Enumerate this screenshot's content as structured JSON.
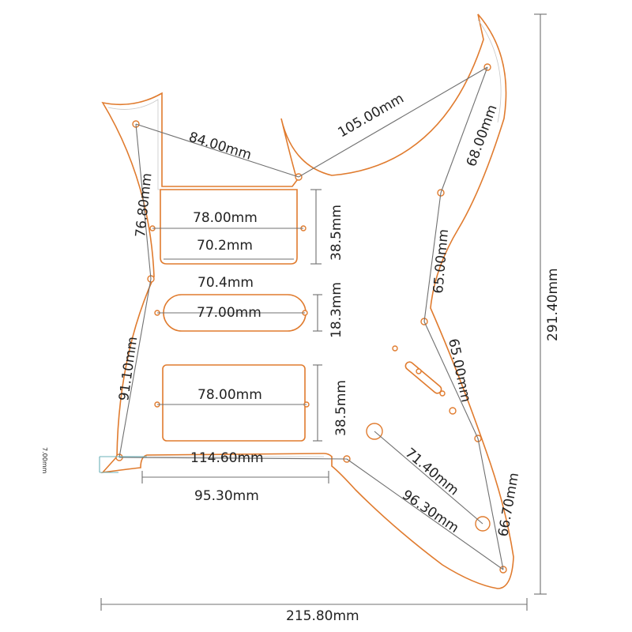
{
  "diagram": {
    "colors": {
      "outline": "#e07b2e",
      "dimension": "#707070",
      "text": "#222222"
    },
    "labels": {
      "screw_top_left_mid": "84.00mm",
      "screw_mid_top_right": "105.00mm",
      "screw_right_top": "68.00mm",
      "left_upper": "76.80mm",
      "neck_pickup_holes": "78.00mm",
      "neck_pickup_width": "70.2mm",
      "neck_pickup_height": "38.5mm",
      "middle_pickup_top": "70.4mm",
      "middle_pickup_holes": "77.00mm",
      "middle_pickup_height": "18.3mm",
      "right_upper": "65.00mm",
      "right_lower": "65.00mm",
      "left_lower": "91.10mm",
      "bridge_pickup_holes": "78.00mm",
      "bridge_pickup_height": "38.5mm",
      "bottom_screw_span": "114.60mm",
      "bottom_edge_offset": "7.00mm",
      "bottom_cutout_width": "95.30mm",
      "jack_diagonal": "71.40mm",
      "bottom_right_diagonal": "96.30mm",
      "right_bottom": "66.70mm",
      "overall_width": "215.80mm",
      "overall_height": "291.40mm"
    }
  }
}
